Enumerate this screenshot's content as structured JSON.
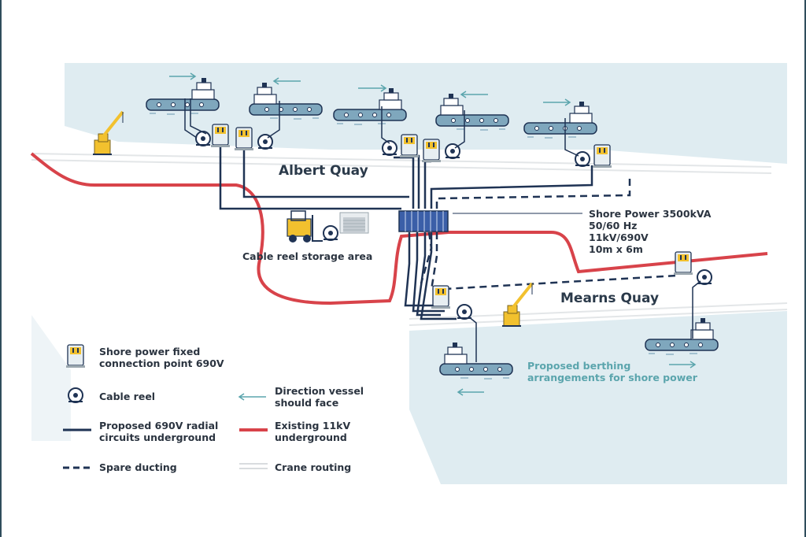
{
  "labels": {
    "albert_quay": "Albert Quay",
    "mearns_quay": "Mearns Quay",
    "storage": "Cable reel storage area",
    "shore_power": [
      "Shore Power 3500kVA",
      "50/60 Hz",
      "11kV/690V",
      "10m x 6m"
    ],
    "berthing": [
      "Proposed berthing",
      "arrangements for shore power"
    ]
  },
  "legend": {
    "fixed_point": [
      "Shore power fixed",
      "connection point 690V"
    ],
    "cable_reel": "Cable reel",
    "radial": [
      "Proposed 690V radial",
      "circuits underground"
    ],
    "spare": "Spare ducting",
    "direction": [
      "Direction vessel",
      "should face"
    ],
    "existing": [
      "Existing 11kV",
      "underground"
    ],
    "crane": "Crane routing"
  },
  "colors": {
    "water": "#dfecf1",
    "navy": "#1f3354",
    "red": "#d8434a",
    "ship_hull": "#7fa7bd",
    "point_yellow": "#f2c12e",
    "crane_yellow": "#f2c12e",
    "teal_text": "#5ba5ad"
  }
}
